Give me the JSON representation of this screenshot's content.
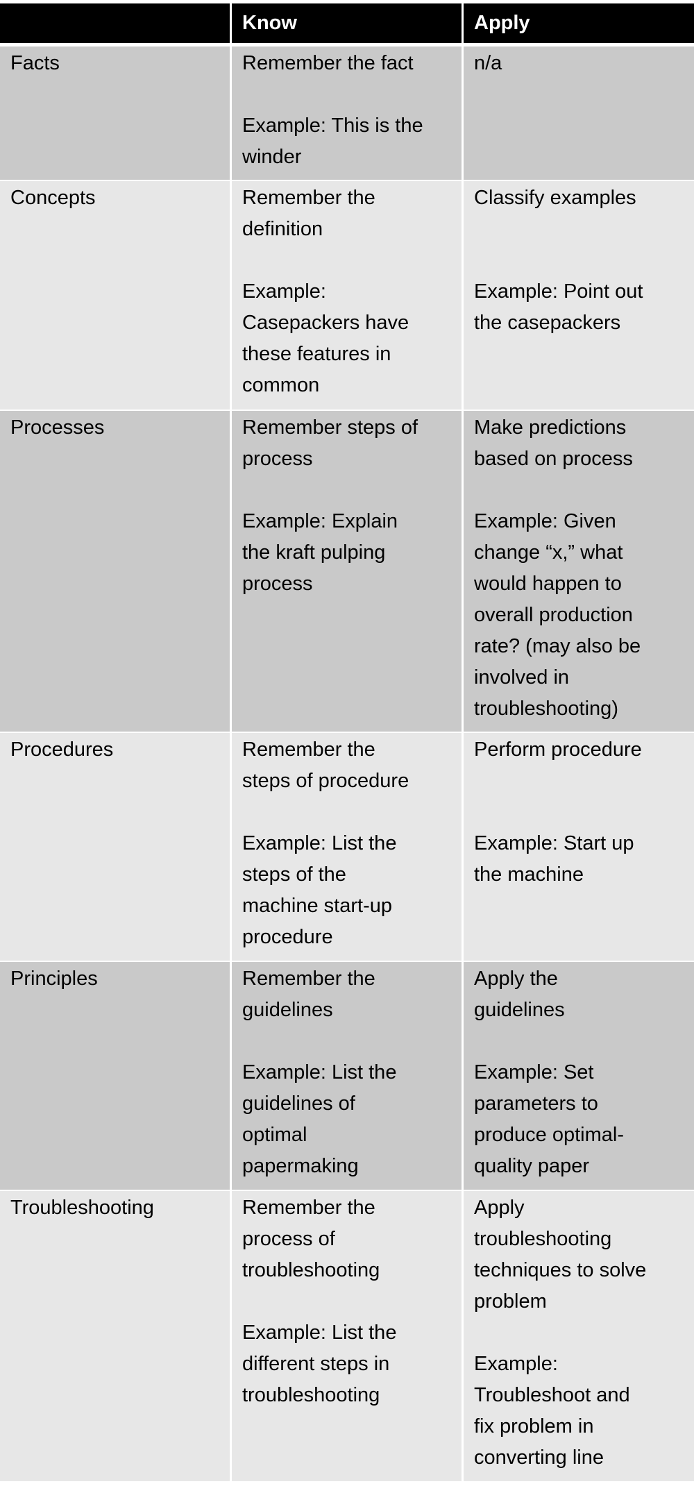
{
  "table": {
    "headers": [
      "",
      "Know",
      "Apply"
    ],
    "rows": [
      {
        "category": "Facts",
        "know": {
          "text": "Remember the fact",
          "lines": [
            "Remember the fact"
          ],
          "example": "Example: This is the winder",
          "example_lines": [
            "Example: This is the",
            "winder"
          ]
        },
        "apply": {
          "text": "n/a",
          "lines": [
            "n/a"
          ],
          "example": "",
          "example_lines": []
        }
      },
      {
        "category": "Concepts",
        "know": {
          "text": "Remember the definition",
          "lines": [
            "Remember the",
            "definition"
          ],
          "example": "Example: Casepackers have these features in common",
          "example_lines": [
            "Example:",
            "Casepackers have",
            "these features in",
            "common"
          ]
        },
        "apply": {
          "text": "Classify examples",
          "lines": [
            "Classify examples"
          ],
          "example": "Example: Point out the casepackers",
          "example_lines": [
            "Example: Point out",
            "the casepackers"
          ]
        }
      },
      {
        "category": "Processes",
        "know": {
          "text": "Remember steps of process",
          "lines": [
            "Remember steps of",
            "process"
          ],
          "example": "Example: Explain the kraft pulping process",
          "example_lines": [
            "Example: Explain",
            "the kraft pulping",
            "process"
          ]
        },
        "apply": {
          "text": "Make predictions based on process",
          "lines": [
            "Make predictions",
            "based on process"
          ],
          "example": "Example: Given change “x,” what would happen to overall production rate? (may also be involved in troubleshooting)",
          "example_lines": [
            "Example: Given",
            "change “x,” what",
            "would happen to",
            "overall production",
            "rate? (may also be",
            "involved in",
            "troubleshooting)"
          ]
        }
      },
      {
        "category": "Procedures",
        "know": {
          "text": "Remember the steps of procedure",
          "lines": [
            "Remember the",
            "steps of procedure"
          ],
          "example": "Example: List the steps of the machine start-up procedure",
          "example_lines": [
            "Example: List the",
            "steps of the",
            "machine start-up",
            "procedure"
          ]
        },
        "apply": {
          "text": "Perform procedure",
          "lines": [
            "Perform procedure"
          ],
          "example": "Example: Start up the machine",
          "example_lines": [
            "Example: Start up",
            "the machine"
          ]
        }
      },
      {
        "category": "Principles",
        "know": {
          "text": "Remember the guidelines",
          "lines": [
            "Remember the",
            "guidelines"
          ],
          "example": "Example: List the guidelines of optimal papermaking",
          "example_lines": [
            "Example: List the",
            "guidelines of",
            "optimal",
            "papermaking"
          ]
        },
        "apply": {
          "text": "Apply the guidelines",
          "lines": [
            "Apply the",
            "guidelines"
          ],
          "example": "Example: Set parameters to produce optimal-quality paper",
          "example_lines": [
            "Example: Set",
            "parameters to",
            "produce optimal-",
            "quality paper"
          ]
        }
      },
      {
        "category": "Troubleshooting",
        "know": {
          "text": "Remember the process of troubleshooting",
          "lines": [
            "Remember the",
            "process of",
            "troubleshooting"
          ],
          "example": "Example: List the different steps in troubleshooting",
          "example_lines": [
            "Example: List the",
            "different steps in",
            "troubleshooting"
          ]
        },
        "apply": {
          "text": "Apply troubleshooting techniques to solve problem",
          "lines": [
            "Apply",
            "troubleshooting",
            "techniques to solve",
            "problem"
          ],
          "example": "Example: Troubleshoot and fix problem in converting line",
          "example_lines": [
            "Example:",
            "Troubleshoot and",
            "fix problem in",
            "converting line"
          ]
        }
      }
    ]
  },
  "colors": {
    "header_bg": "#000000",
    "header_text": "#ffffff",
    "row_dark": "#c9c9c9",
    "row_light": "#e7e7e7",
    "grid": "#ffffff"
  }
}
